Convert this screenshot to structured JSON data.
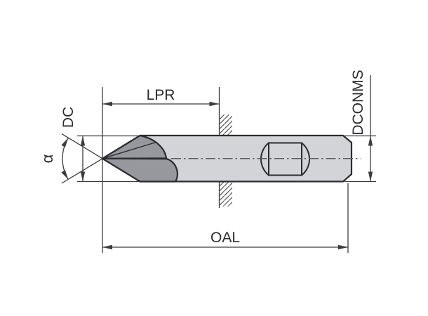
{
  "drawing": {
    "title": "Tool dimension technical drawing",
    "labels": {
      "lpr": "LPR",
      "dc": "DC",
      "alpha": "α",
      "oal": "OAL",
      "dconms": "DCONMS"
    },
    "colors": {
      "background": "#ffffff",
      "body-fill": "#d3d4d7",
      "flute-fill": "#97989d",
      "flute-light": "#a9aaae",
      "outline": "#2b2c2f",
      "dim": "#3b3c3f",
      "centerline": "#5a5b5e",
      "text": "#2b2c2f"
    }
  }
}
